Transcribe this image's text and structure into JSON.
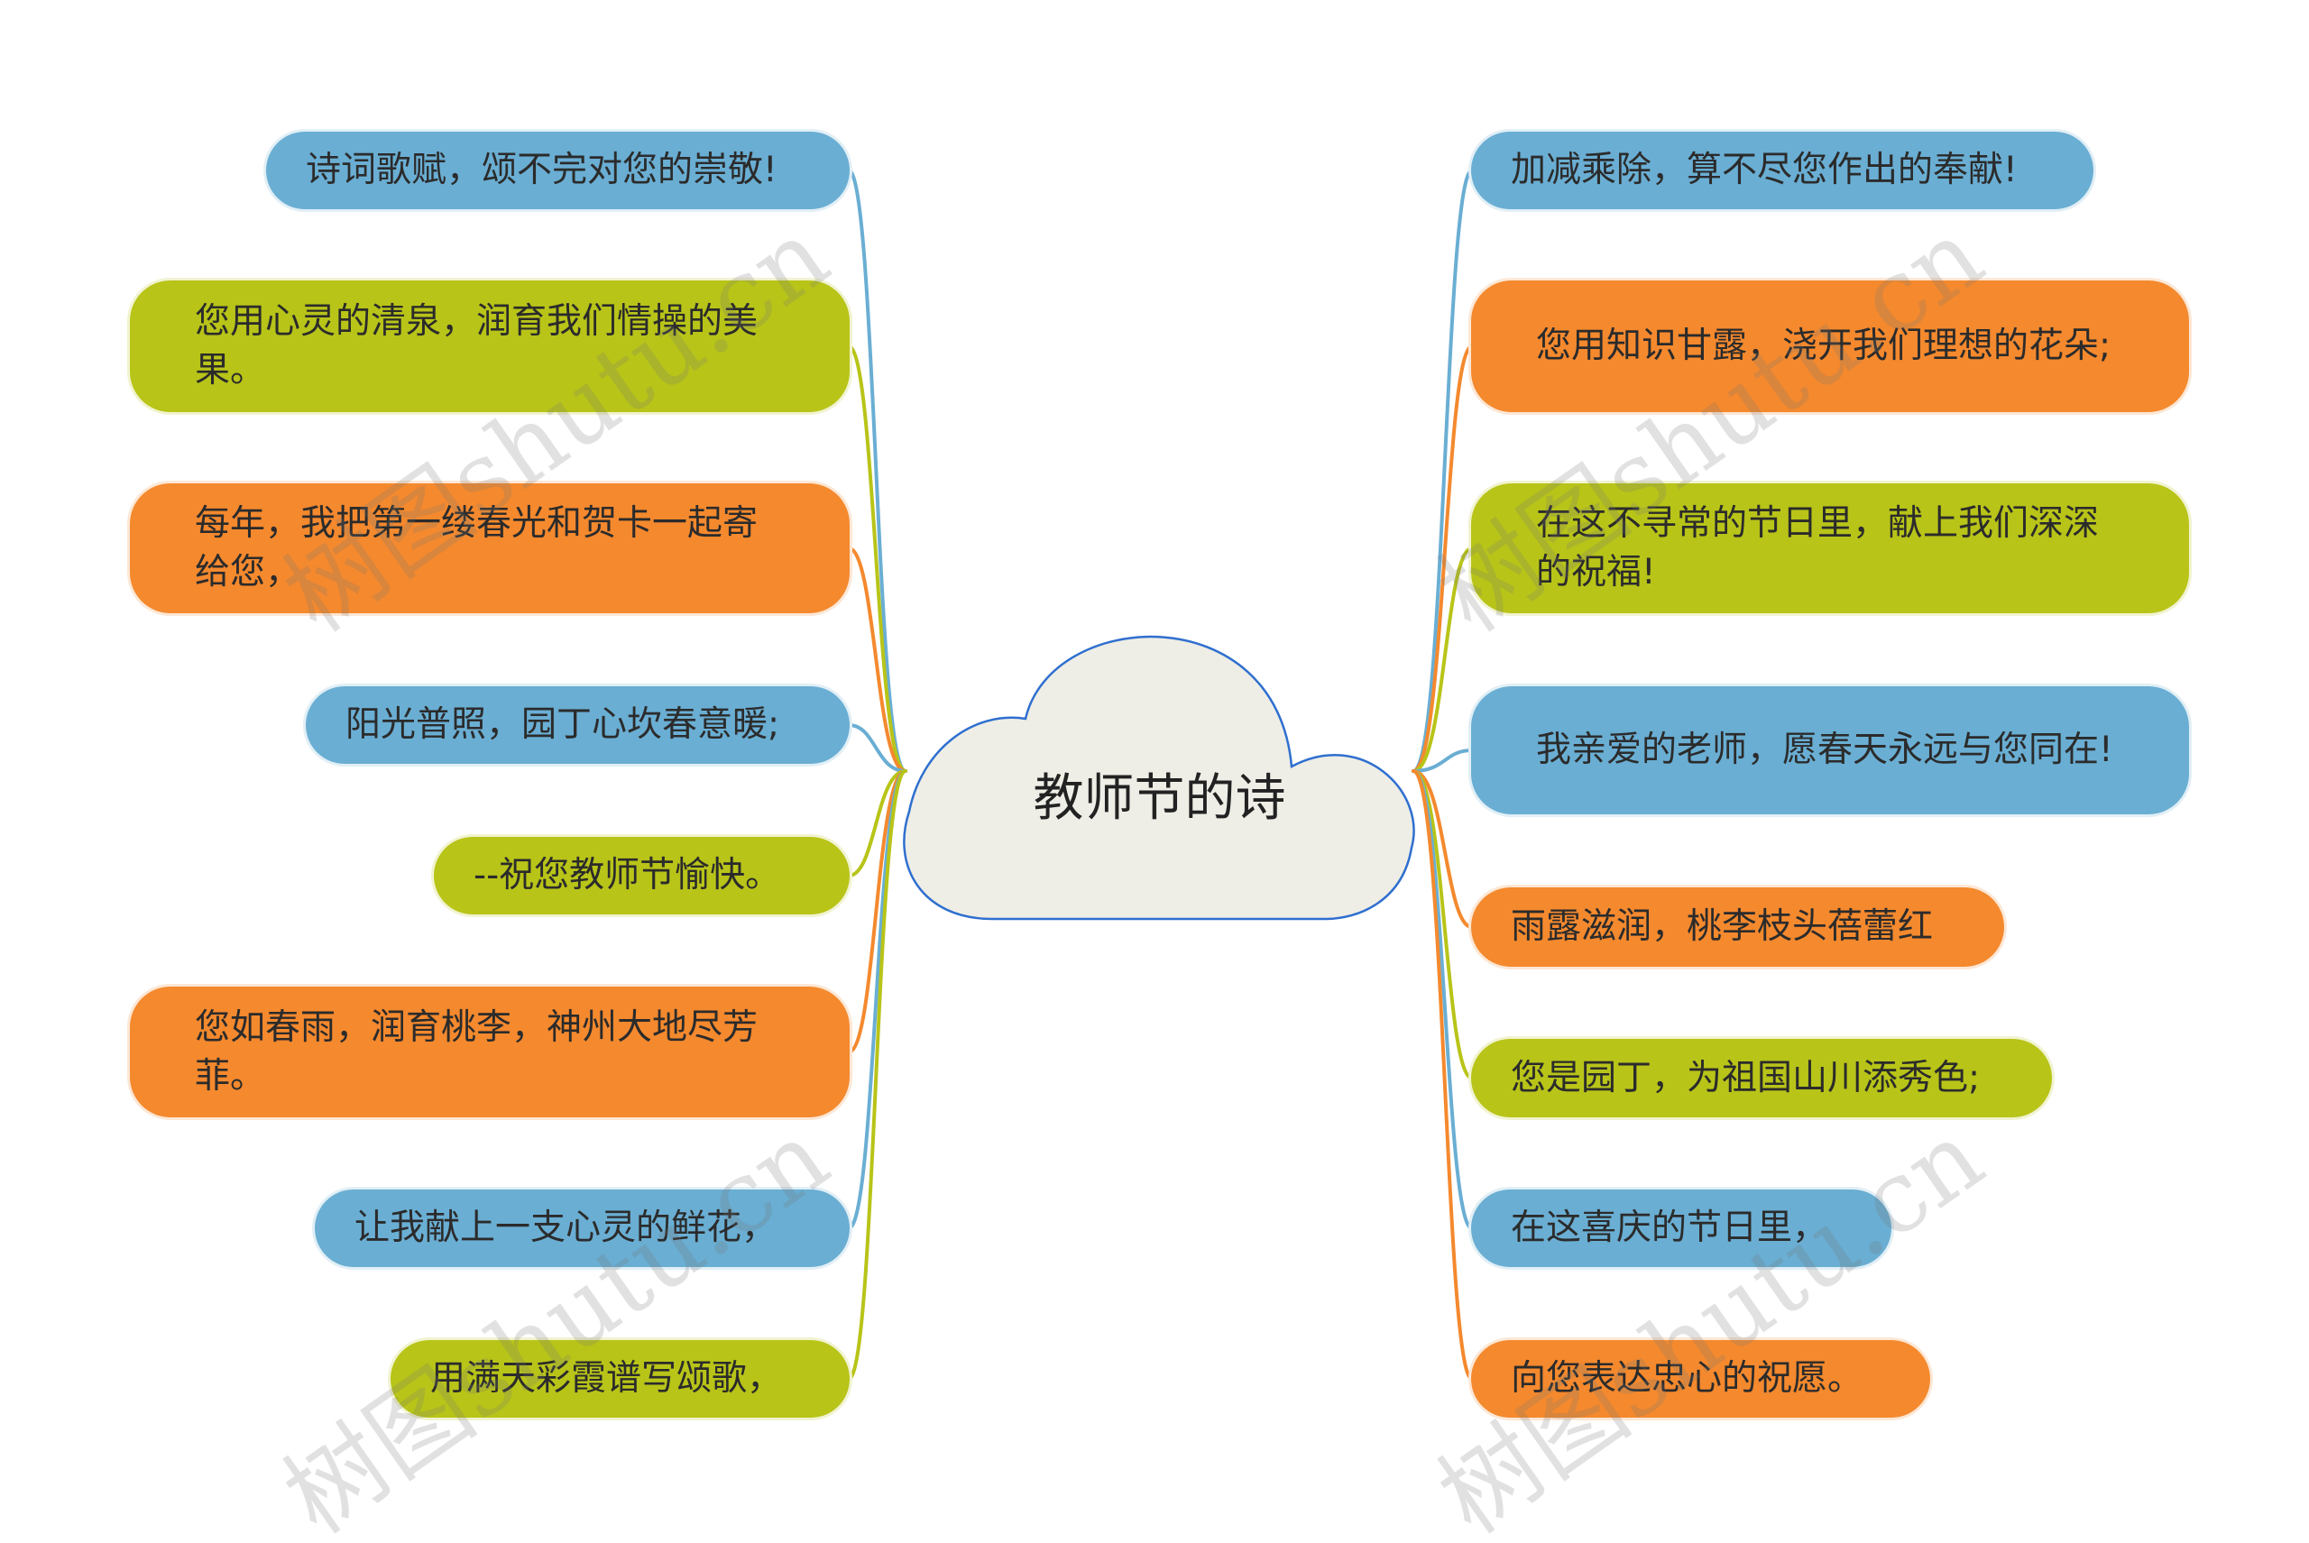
{
  "title": "教师节的诗",
  "colors": {
    "blue": "#6aaed3",
    "green": "#b8c418",
    "orange": "#f4892e",
    "cloud_fill": "#eeeee6",
    "cloud_stroke": "#2f6fcf"
  },
  "left_nodes": [
    {
      "text": "诗词歌赋，颂不完对您的崇敬!",
      "color": "blue"
    },
    {
      "text": "您用心灵的清泉，润育我们情操的美果。",
      "color": "green"
    },
    {
      "text": "每年，我把第一缕春光和贺卡一起寄给您，",
      "color": "orange"
    },
    {
      "text": "阳光普照，园丁心坎春意暖;",
      "color": "blue"
    },
    {
      "text": "--祝您教师节愉快。",
      "color": "green"
    },
    {
      "text": "您如春雨，润育桃李，神州大地尽芳菲。",
      "color": "orange"
    },
    {
      "text": "让我献上一支心灵的鲜花，",
      "color": "blue"
    },
    {
      "text": "用满天彩霞谱写颂歌，",
      "color": "green"
    }
  ],
  "right_nodes": [
    {
      "text": "加减乘除，算不尽您作出的奉献!",
      "color": "blue"
    },
    {
      "text": "您用知识甘露，浇开我们理想的花朵;",
      "color": "orange"
    },
    {
      "text": "在这不寻常的节日里，献上我们深深的祝福!",
      "color": "green"
    },
    {
      "text": "我亲爱的老师，愿春天永远与您同在!",
      "color": "blue"
    },
    {
      "text": "雨露滋润，桃李枝头蓓蕾红",
      "color": "orange"
    },
    {
      "text": "您是园丁，为祖国山川添秀色;",
      "color": "green"
    },
    {
      "text": "在这喜庆的节日里，",
      "color": "blue"
    },
    {
      "text": "向您表达忠心的祝愿。",
      "color": "orange"
    }
  ],
  "watermark": "树图shutu.cn"
}
